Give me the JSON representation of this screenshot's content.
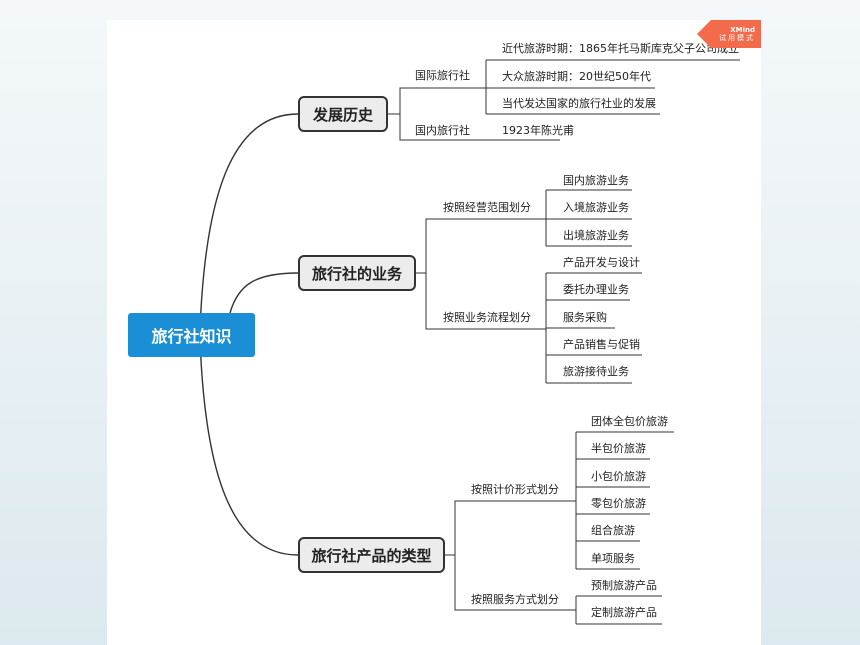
{
  "root": "旅行社知识",
  "branches": [
    {
      "label": "发展历史",
      "groups": [
        {
          "label": "国际旅行社",
          "items": [
            "近代旅游时期：1865年托马斯库克父子公司成立",
            "大众旅游时期：20世纪50年代",
            "当代发达国家的旅行社业的发展"
          ]
        },
        {
          "label": "国内旅行社",
          "items": [
            "1923年陈光甫"
          ]
        }
      ]
    },
    {
      "label": "旅行社的业务",
      "groups": [
        {
          "label": "按照经营范围划分",
          "items": [
            "国内旅游业务",
            "入境旅游业务",
            "出境旅游业务"
          ]
        },
        {
          "label": "按照业务流程划分",
          "items": [
            "产品开发与设计",
            "委托办理业务",
            "服务采购",
            "产品销售与促销",
            "旅游接待业务"
          ]
        }
      ]
    },
    {
      "label": "旅行社产品的类型",
      "groups": [
        {
          "label": "按照计价形式划分",
          "items": [
            "团体全包价旅游",
            "半包价旅游",
            "小包价旅游",
            "零包价旅游",
            "组合旅游",
            "单项服务"
          ]
        },
        {
          "label": "按照服务方式划分",
          "items": [
            "预制旅游产品",
            "定制旅游产品"
          ]
        }
      ]
    }
  ],
  "watermark": {
    "line1": "XMind",
    "line2": "试用模式"
  }
}
